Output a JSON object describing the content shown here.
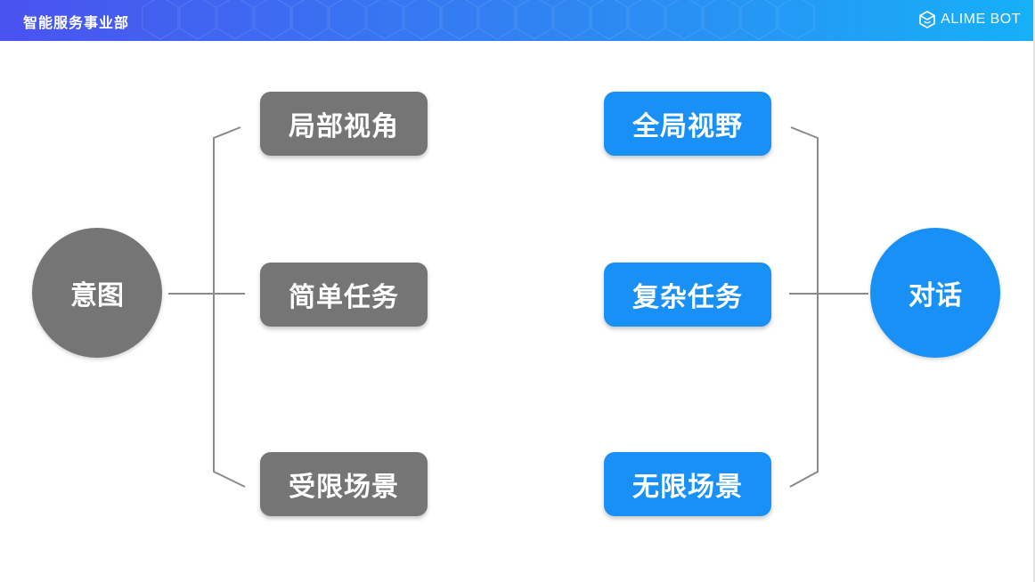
{
  "header": {
    "department": "智能服务事业部",
    "brand": "ALIME BOT",
    "brand_icon": "alime-cube-icon",
    "gradient": [
      "#4a52f0",
      "#2f86f2",
      "#16b0f8"
    ]
  },
  "diagram": {
    "left": {
      "root": "意图",
      "items": [
        "局部视角",
        "简单任务",
        "受限场景"
      ],
      "color": "#757575"
    },
    "right": {
      "root": "对话",
      "items": [
        "全局视野",
        "复杂任务",
        "无限场景"
      ],
      "color": "#1890f5"
    },
    "connector_color": "#8a8a8a"
  }
}
